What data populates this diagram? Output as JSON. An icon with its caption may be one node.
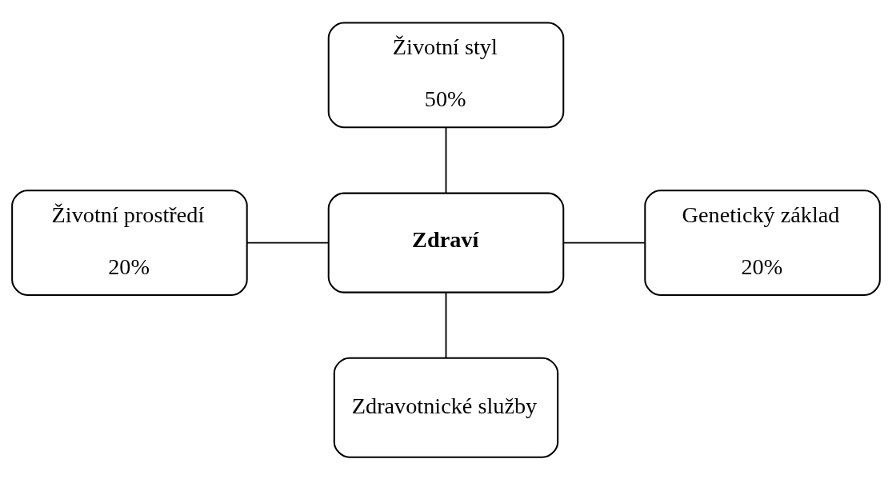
{
  "diagram": {
    "nodes": [
      {
        "text": [
          "Životní styl",
          "50%"
        ]
      },
      {
        "text": [
          "Životní prostředí",
          "20%"
        ]
      },
      {
        "text": [
          "Zdraví"
        ]
      },
      {
        "text": [
          "Genetický základ",
          "20%"
        ]
      },
      {
        "text": [
          "Zdravotnické služby"
        ]
      }
    ],
    "edges": [
      {
        "from": 0,
        "to": 2,
        "arrow": "none"
      },
      {
        "from": 1,
        "to": 2,
        "arrow": "none"
      },
      {
        "from": 2,
        "to": 3,
        "arrow": "none"
      },
      {
        "from": 2,
        "to": 4,
        "arrow": "none"
      }
    ]
  }
}
